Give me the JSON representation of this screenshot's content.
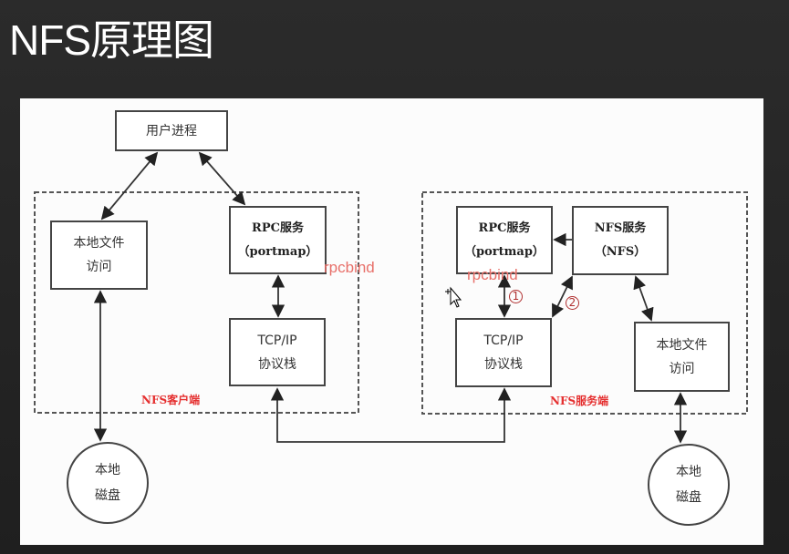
{
  "title": "NFS原理图",
  "diagram": {
    "user_process": "用户进程",
    "client": {
      "label": "NFS客户端",
      "local_file_access": [
        "本地文件",
        "访问"
      ],
      "rpc_service": [
        "RPC服务",
        "（portmap）"
      ],
      "tcpip": [
        "TCP/IP",
        "协议栈"
      ],
      "disk": [
        "本地",
        "磁盘"
      ],
      "annotation": "rpcbind"
    },
    "server": {
      "label": "NFS服务端",
      "rpc_service": [
        "RPC服务",
        "（portmap）"
      ],
      "nfs_service": [
        "NFS服务",
        "（NFS）"
      ],
      "tcpip": [
        "TCP/IP",
        "协议栈"
      ],
      "local_file_access": [
        "本地文件",
        "访问"
      ],
      "disk": [
        "本地",
        "磁盘"
      ],
      "annotation": "rpcbind",
      "step1": "1",
      "step2": "2"
    }
  }
}
